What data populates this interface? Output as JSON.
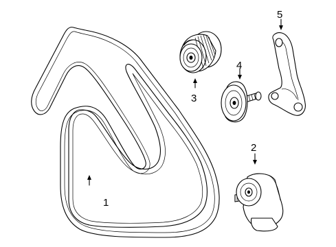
{
  "callouts": [
    {
      "id": "1",
      "label": "1"
    },
    {
      "id": "2",
      "label": "2"
    },
    {
      "id": "3",
      "label": "3"
    },
    {
      "id": "4",
      "label": "4"
    },
    {
      "id": "5",
      "label": "5"
    }
  ],
  "parts": [
    {
      "callout": "1",
      "icon": "serpentine-belt-icon"
    },
    {
      "callout": "2",
      "icon": "belt-tensioner-icon"
    },
    {
      "callout": "3",
      "icon": "grooved-idler-pulley-icon"
    },
    {
      "callout": "4",
      "icon": "smooth-idler-pulley-icon"
    },
    {
      "callout": "5",
      "icon": "tensioner-bracket-icon"
    }
  ]
}
